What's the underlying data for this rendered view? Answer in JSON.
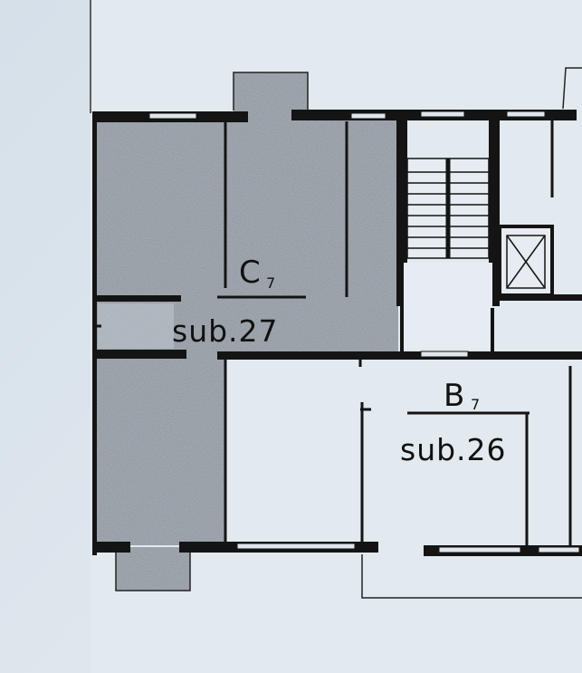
{
  "units": [
    {
      "code": "C",
      "code_sub": "7",
      "sub_label": "sub.27",
      "shaded": true
    },
    {
      "code": "B",
      "code_sub": "7",
      "sub_label": "sub.26",
      "shaded": false
    }
  ],
  "colors": {
    "paper": "#d8e2ea",
    "paper_light": "#e4ebf1",
    "wall": "#141414",
    "hatch_fill": "#9aa0a6",
    "line": "#222222"
  },
  "icons": [
    "staircase-icon",
    "elevator-shaft-icon"
  ]
}
